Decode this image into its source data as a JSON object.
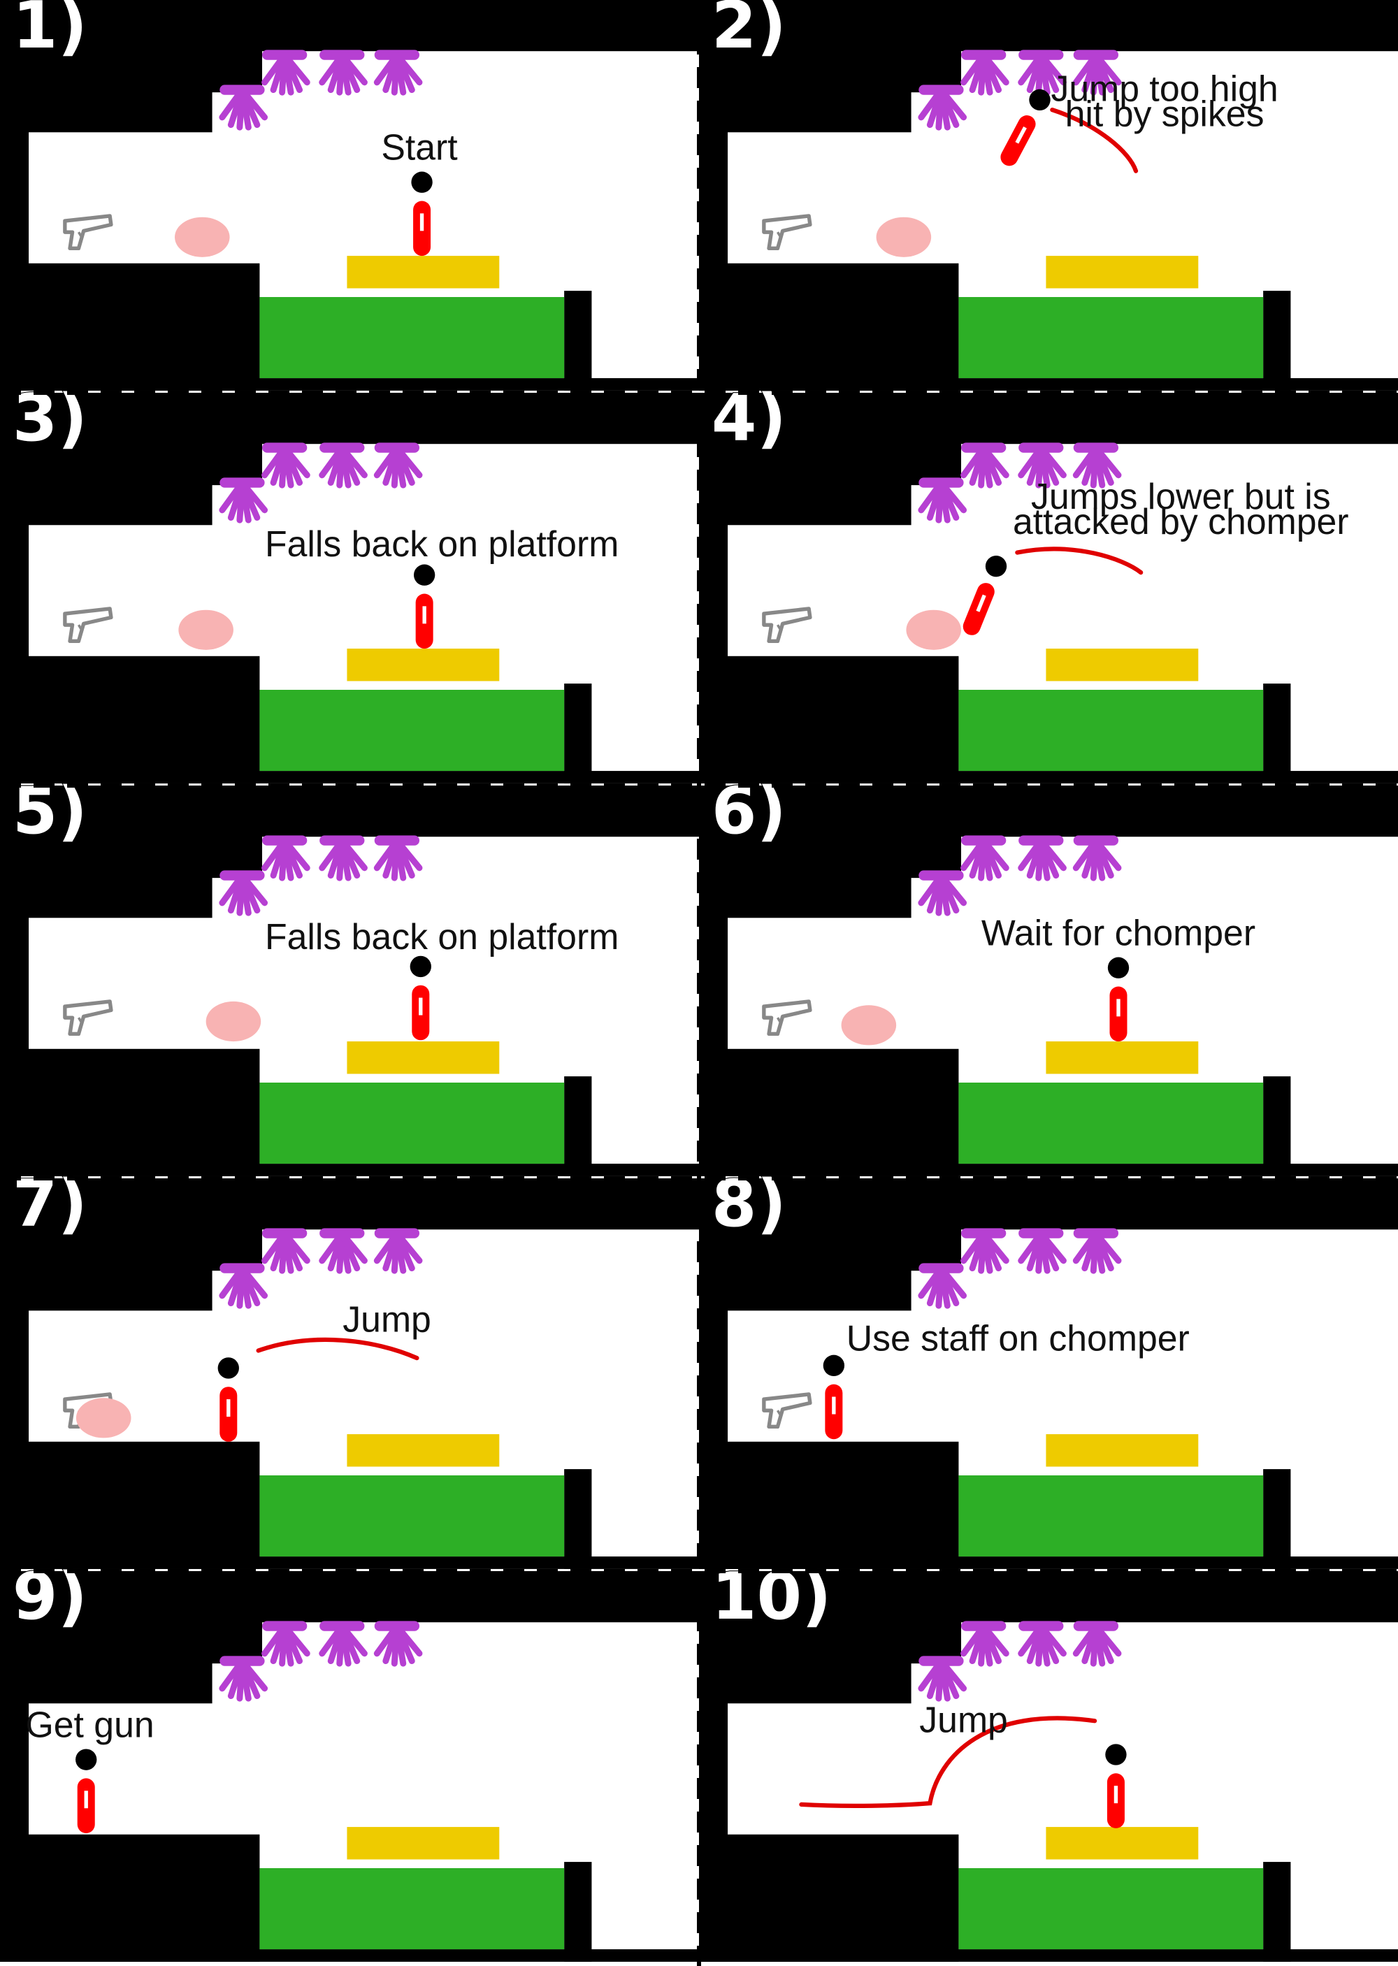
{
  "colors": {
    "wall": "#000000",
    "background": "#ffffff",
    "platform": "#eecb00",
    "ground": "#2daf26",
    "spikes": "#b640d2",
    "player_head": "#000000",
    "player_body": "#ff0000",
    "chomper": "#f8b3b3",
    "path": "#e00000",
    "gun": "#888888"
  },
  "icons": [
    "gun-icon",
    "spike-cluster-icon",
    "chomper-blob",
    "player-figure"
  ],
  "panels": [
    {
      "label": "1)",
      "caption": [
        "Start"
      ]
    },
    {
      "label": "2)",
      "caption": [
        "Jump too high",
        "hit by spikes"
      ]
    },
    {
      "label": "3)",
      "caption": [
        "Falls back on platform"
      ]
    },
    {
      "label": "4)",
      "caption": [
        "Jumps  lower but is",
        "attacked by chomper"
      ]
    },
    {
      "label": "5)",
      "caption": [
        "Falls back on platform"
      ]
    },
    {
      "label": "6)",
      "caption": [
        "Wait for chomper"
      ]
    },
    {
      "label": "7)",
      "caption": [
        "Jump"
      ]
    },
    {
      "label": "8)",
      "caption": [
        "Use staff on chomper"
      ]
    },
    {
      "label": "9)",
      "caption": [
        "Get gun"
      ]
    },
    {
      "label": "10)",
      "caption": [
        "Jump"
      ]
    }
  ]
}
